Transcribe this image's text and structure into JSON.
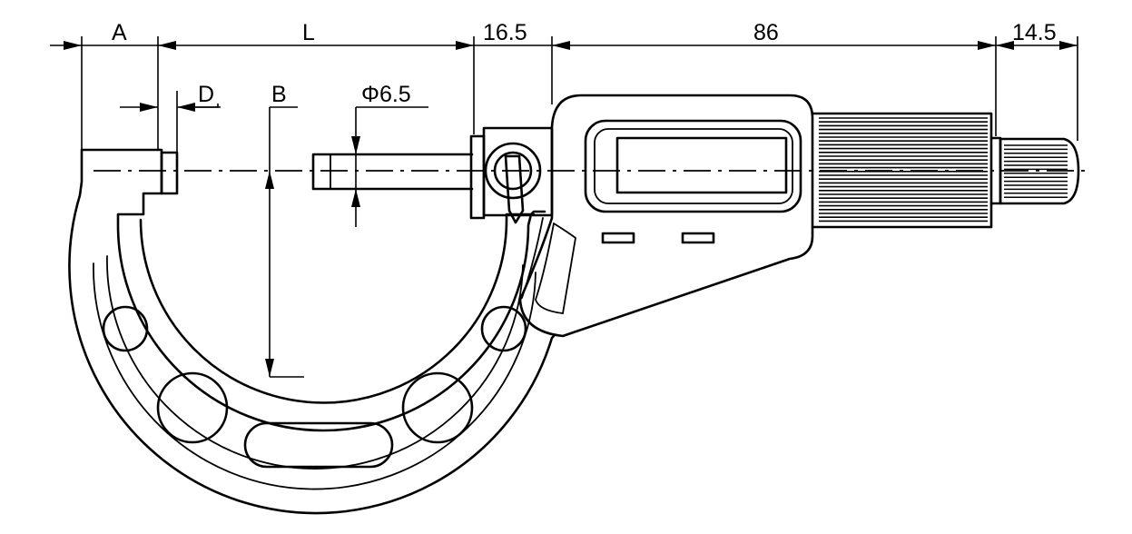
{
  "labels": {
    "a": "A",
    "l": "L",
    "d": "D",
    "b": "B",
    "spindle_dia": "Φ6.5",
    "sleeve_len": "16.5",
    "body_len": "86",
    "ratchet_len": "14.5"
  }
}
